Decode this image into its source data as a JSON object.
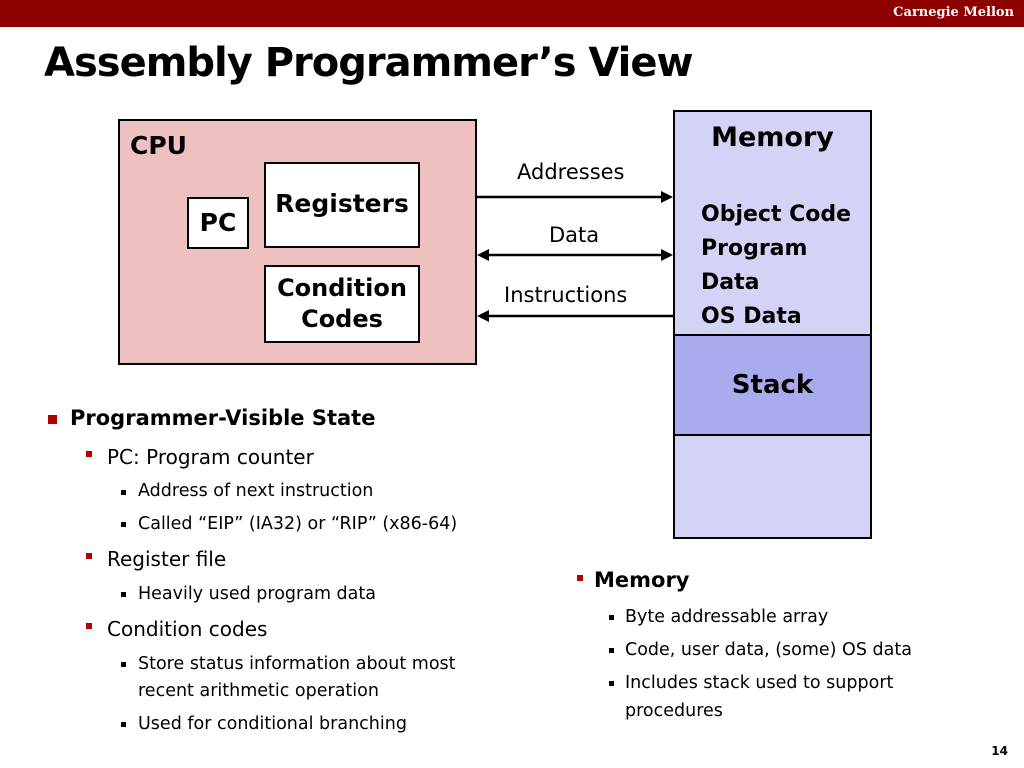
{
  "header": {
    "brand": "Carnegie Mellon"
  },
  "slide": {
    "title": "Assembly Programmer’s View",
    "page_number": "14"
  },
  "cpu": {
    "label": "CPU",
    "pc": "PC",
    "registers": "Registers",
    "condition_codes_line1": "Condition",
    "condition_codes_line2": "Codes"
  },
  "buses": {
    "addresses": "Addresses",
    "data": "Data",
    "instructions": "Instructions"
  },
  "memory": {
    "title": "Memory",
    "items": [
      "Object Code",
      "Program Data",
      "OS Data"
    ],
    "stack": "Stack"
  },
  "state": {
    "heading": "Programmer-Visible State",
    "pc": "PC: Program counter",
    "pc_sub1": "Address of next instruction",
    "pc_sub2": "Called “EIP” (IA32) or “RIP” (x86-64)",
    "regfile": "Register file",
    "regfile_sub1": "Heavily used program data",
    "cc": "Condition codes",
    "cc_sub1_line1": "Store status information about most",
    "cc_sub1_line2": "recent arithmetic operation",
    "cc_sub2": "Used for conditional branching"
  },
  "mem_notes": {
    "heading": "Memory",
    "sub1": "Byte addressable array",
    "sub2": "Code, user data, (some) OS data",
    "sub3_line1": "Includes stack used to support",
    "sub3_line2": "procedures"
  }
}
